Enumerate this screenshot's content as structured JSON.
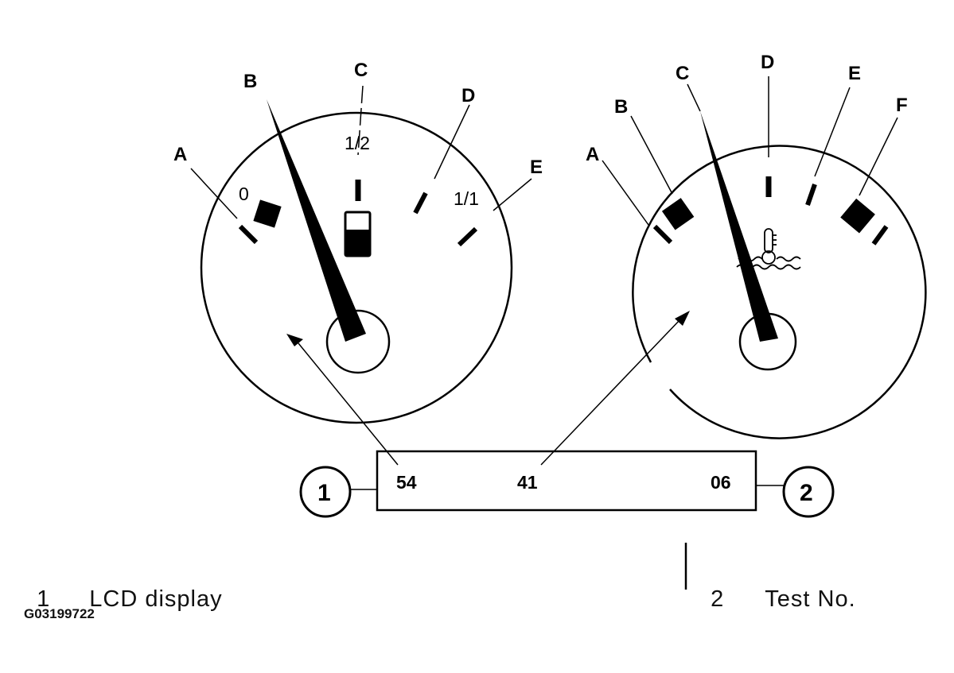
{
  "fuel_gauge": {
    "labels": [
      "A",
      "B",
      "C",
      "D",
      "E"
    ],
    "scale": {
      "empty": "0",
      "half": "1/2",
      "full": "1/1"
    }
  },
  "temp_gauge": {
    "labels": [
      "A",
      "B",
      "C",
      "D",
      "E",
      "F"
    ]
  },
  "lcd": {
    "left": "54",
    "middle": "41",
    "right": "06"
  },
  "callouts": [
    "1",
    "2"
  ],
  "legend": [
    {
      "num": "1",
      "text": "LCD display"
    },
    {
      "num": "2",
      "text": "Test No."
    }
  ],
  "figure_id": "G03199722"
}
